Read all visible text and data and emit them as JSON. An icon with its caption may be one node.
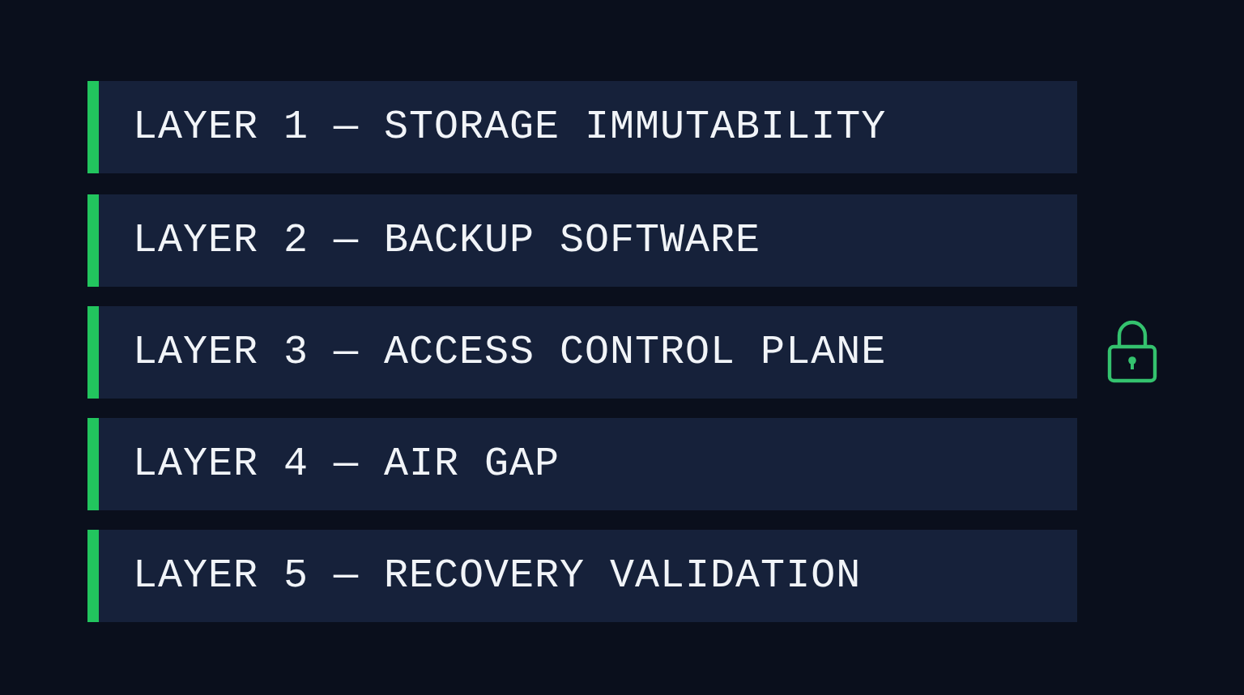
{
  "diagram": {
    "nodes": [
      {
        "text": [
          "LAYER 1 — STORAGE IMMUTABILITY"
        ]
      },
      {
        "text": [
          "LAYER 2 — BACKUP SOFTWARE"
        ]
      },
      {
        "text": [
          "LAYER 3 — ACCESS CONTROL PLANE"
        ]
      },
      {
        "text": [
          "LAYER 4 — AIR GAP"
        ]
      },
      {
        "text": [
          "LAYER 5 — RECOVERY VALIDATION"
        ]
      }
    ]
  }
}
